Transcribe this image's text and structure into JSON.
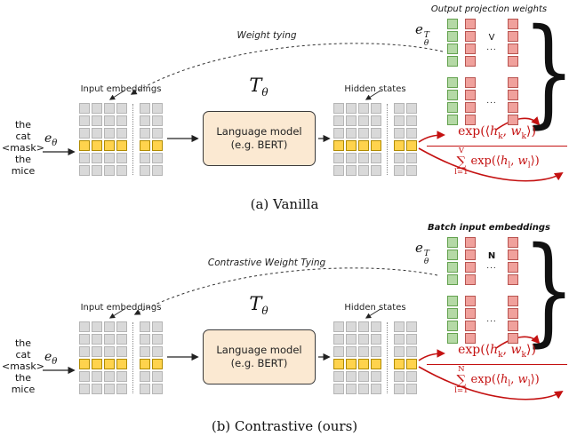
{
  "colors": {
    "formula_red": "#c41111",
    "green_cell": "#b5d9a6",
    "red_cell": "#f0a19c",
    "yellow_cell": "#ffd34d",
    "gray_cell": "#d9d9d9",
    "model_box": "#fbe9d2"
  },
  "panel_a": {
    "caption": "(a) Vanilla",
    "tokens": [
      "the",
      "cat",
      "<mask>",
      "the",
      "mice"
    ],
    "embed_fn": {
      "base": "e",
      "sub": "θ"
    },
    "labels": {
      "input_grid": "Input embeddings",
      "hidden_grid": "Hidden states",
      "tying": "Weight tying"
    },
    "model": {
      "symbol": "T",
      "symbol_sub": "θ",
      "line1": "Language model",
      "line2": "(e.g. BERT)"
    },
    "weights": {
      "title": "Output projection weights",
      "e": "e",
      "e_sup": "T",
      "e_sub": "θ",
      "count_letter": "V",
      "dots": "...",
      "brace": "}"
    },
    "formula": {
      "exp_open": "exp(⟨",
      "h": "h",
      "w": "w",
      "comma": ", ",
      "close": "⟩)",
      "k": "k",
      "l": "l",
      "sigma": "∑",
      "sum_top": "V",
      "sum_bottom": "l=1"
    }
  },
  "panel_b": {
    "caption": "(b) Contrastive (ours)",
    "tokens": [
      "the",
      "cat",
      "<mask>",
      "the",
      "mice"
    ],
    "embed_fn": {
      "base": "e",
      "sub": "θ"
    },
    "labels": {
      "input_grid": "Input embeddings",
      "hidden_grid": "Hidden states",
      "tying": "Contrastive Weight Tying"
    },
    "model": {
      "symbol": "T",
      "symbol_sub": "θ",
      "line1": "Language model",
      "line2": "(e.g. BERT)"
    },
    "weights": {
      "title": "Batch input embeddings",
      "e": "e",
      "e_sup": "T",
      "e_sub": "θ",
      "count_letter": "N",
      "dots": "...",
      "brace": "}"
    },
    "formula": {
      "exp_open": "exp(⟨",
      "h": "h",
      "w": "w",
      "comma": ", ",
      "close": "⟩)",
      "k": "k",
      "l": "l",
      "sigma": "∑",
      "sum_top": "N",
      "sum_bottom": "l=1"
    }
  }
}
